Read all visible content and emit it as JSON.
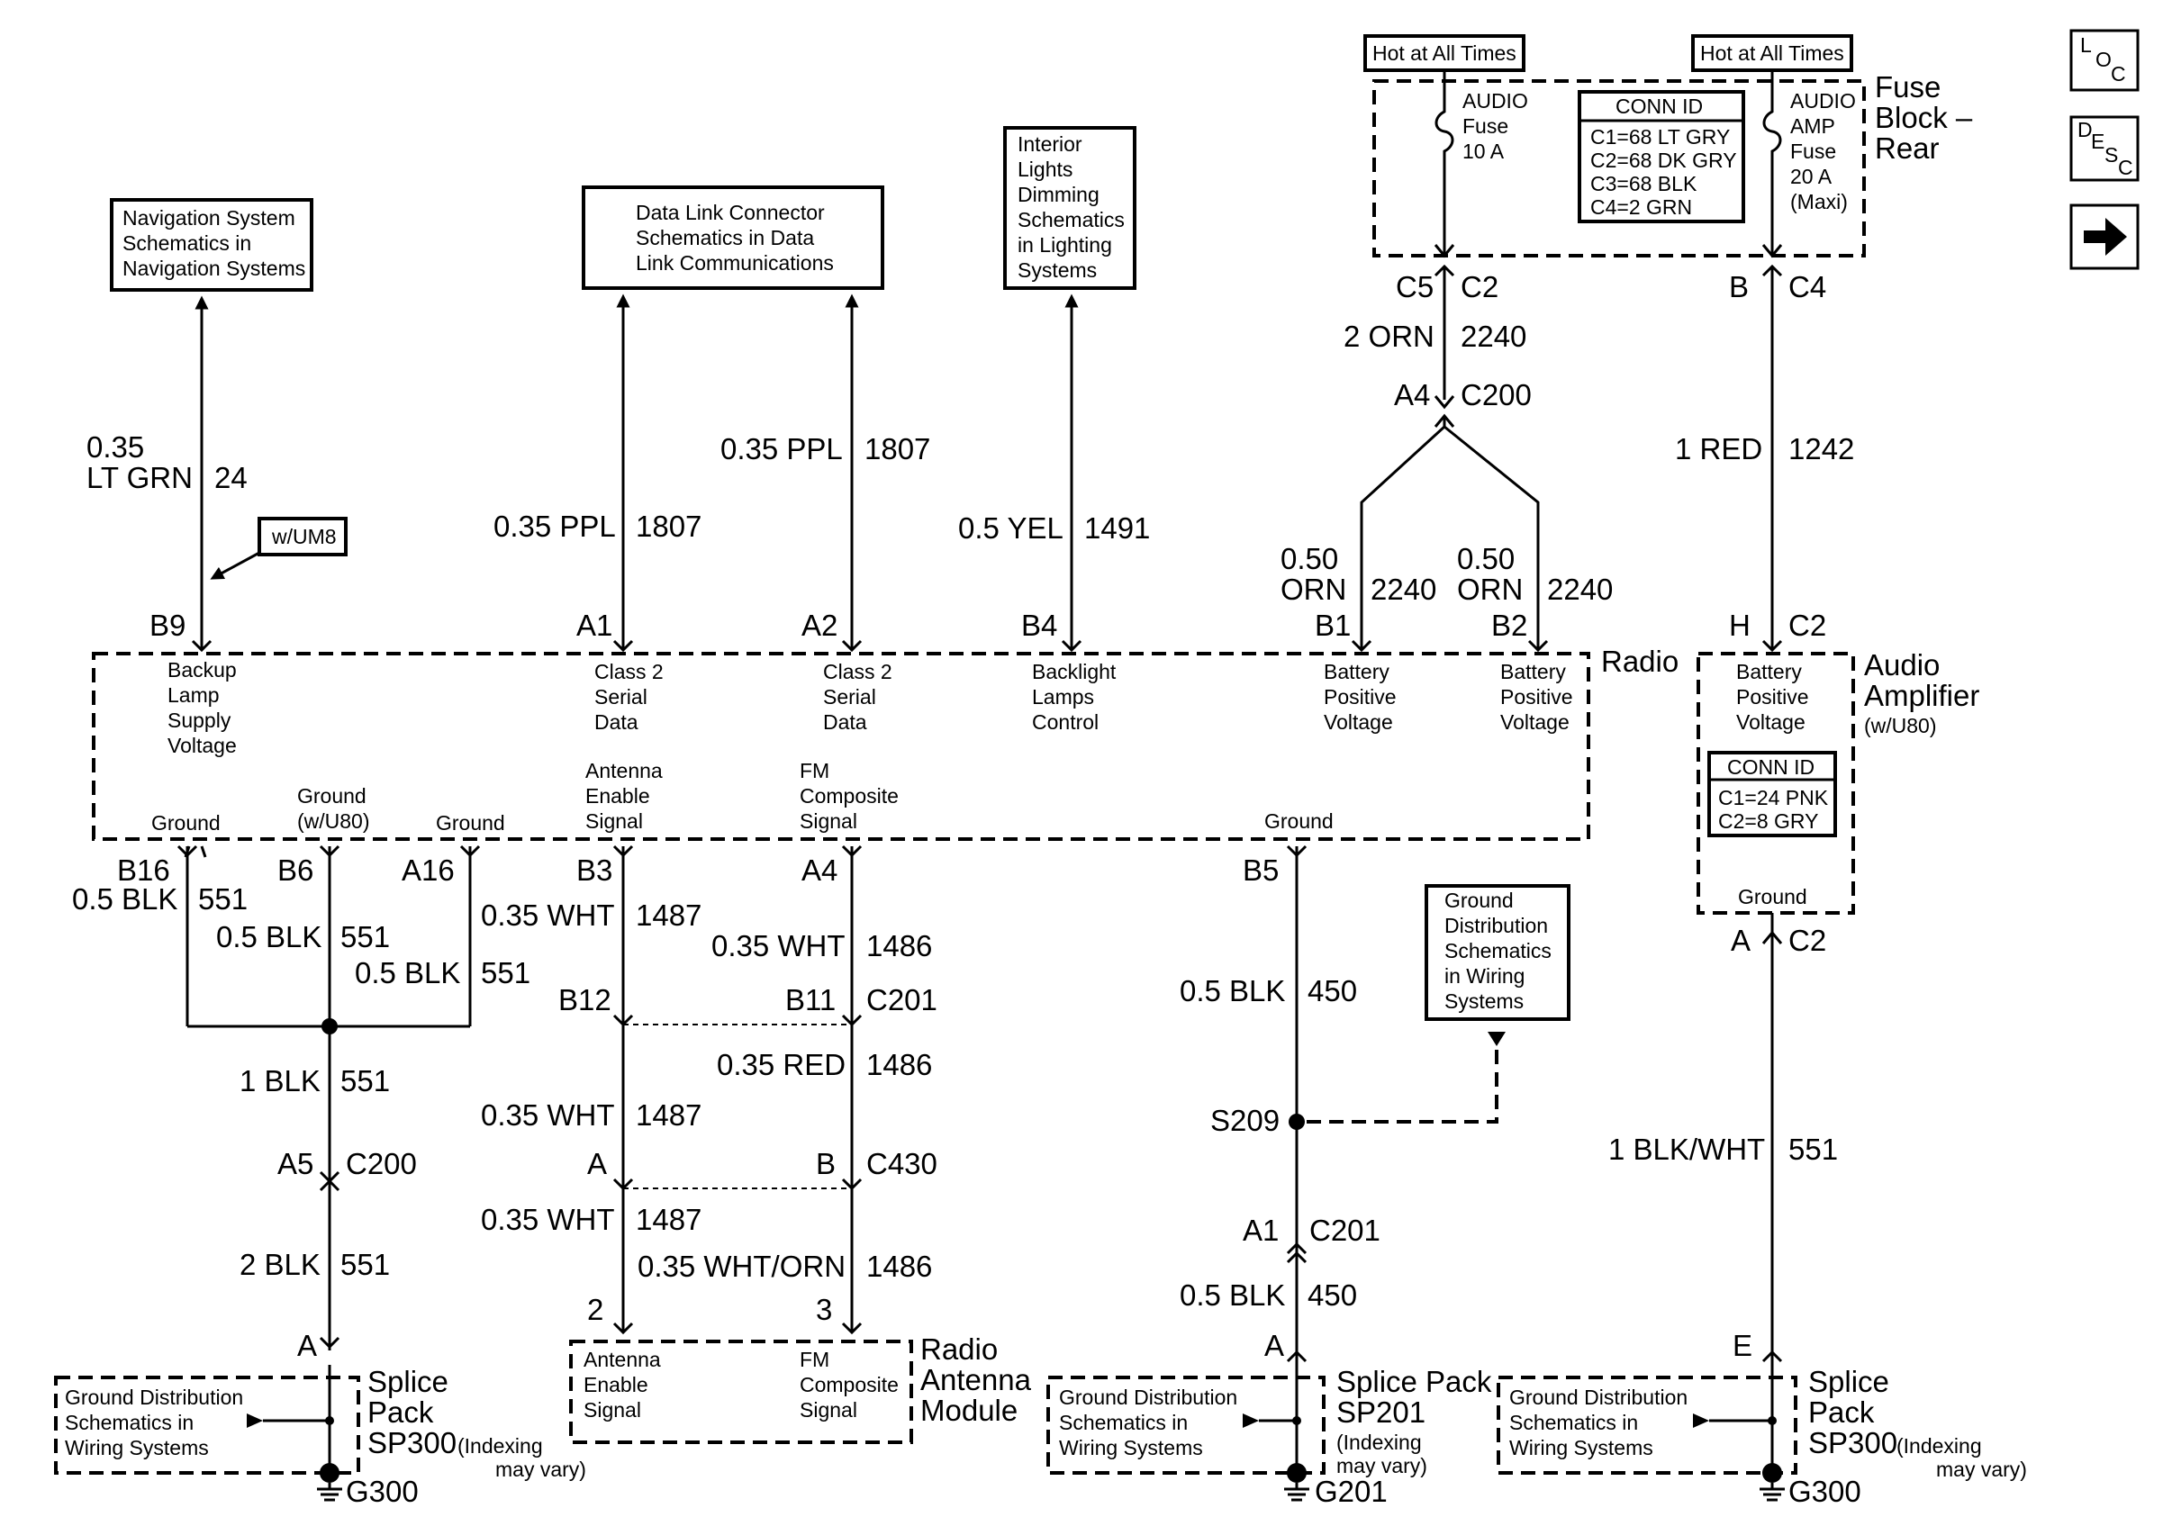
{
  "nav": {
    "loc": [
      "L",
      "O",
      "C"
    ],
    "desc": [
      "D",
      "E",
      "S",
      "C"
    ]
  },
  "ref": {
    "navigation": [
      "Navigation System",
      "Schematics in",
      "Navigation Systems"
    ],
    "dlc": [
      "Data Link Connector",
      "Schematics in Data",
      "Link Communications"
    ],
    "lighting": [
      "Interior",
      "Lights",
      "Dimming",
      "Schematics",
      "in Lighting",
      "Systems"
    ],
    "ground": [
      "Ground",
      "Distribution",
      "Schematics",
      "in Wiring",
      "Systems"
    ],
    "wum8": "w/UM8"
  },
  "fuse": {
    "hot_left": "Hot at All Times",
    "hot_right": "Hot at All Times",
    "audio_fuse": [
      "AUDIO",
      "Fuse",
      "10 A"
    ],
    "amp_fuse": [
      "AUDIO",
      "AMP",
      "Fuse",
      "20 A",
      "(Maxi)"
    ],
    "conn_title": "CONN ID",
    "conn": [
      "C1=68 LT GRY",
      "C2=68 DK GRY",
      "C3=68 BLK",
      "C4=2 GRN"
    ],
    "block_label": [
      "Fuse",
      "Block –",
      "Rear"
    ]
  },
  "radio": {
    "label": "Radio",
    "backup": [
      "Backup",
      "Lamp",
      "Supply",
      "Voltage"
    ],
    "class2a": [
      "Class 2",
      "Serial",
      "Data"
    ],
    "class2b": [
      "Class 2",
      "Serial",
      "Data"
    ],
    "backlight": [
      "Backlight",
      "Lamps",
      "Control"
    ],
    "batt1": [
      "Battery",
      "Positive",
      "Voltage"
    ],
    "batt2": [
      "Battery",
      "Positive",
      "Voltage"
    ],
    "ground1": "Ground",
    "ground_u80": [
      "Ground",
      "(w/U80)"
    ],
    "ground2": "Ground",
    "antenna": [
      "Antenna",
      "Enable",
      "Signal"
    ],
    "fm": [
      "FM",
      "Composite",
      "Signal"
    ],
    "ground3": "Ground"
  },
  "amp": {
    "label": [
      "Audio",
      "Amplifier",
      "(w/U80)"
    ],
    "batt": [
      "Battery",
      "Positive",
      "Voltage"
    ],
    "conn_title": "CONN ID",
    "conn": [
      "C1=24 PNK",
      "C2=8 GRY"
    ],
    "ground": "Ground"
  },
  "wires": {
    "c5": "C5",
    "c2_top": "C2",
    "orn2": "2 ORN",
    "n2240a": "2240",
    "a4": "A4",
    "c200_top": "C200",
    "b_right": "B",
    "c4": "C4",
    "red1": "1 RED",
    "n1242": "1242",
    "gauge_050a": "0.50",
    "orn_a": "ORN",
    "n2240b": "2240",
    "b1": "B1",
    "gauge_050b": "0.50",
    "orn_b": "ORN",
    "n2240c": "2240",
    "b2": "B2",
    "h": "H",
    "c2_amp": "C2",
    "ltgrn_gauge": "0.35",
    "ltgrn": "LT GRN",
    "n24": "24",
    "b9": "B9",
    "ppl_a": "0.35 PPL",
    "n1807a": "1807",
    "a1": "A1",
    "ppl_b": "0.35 PPL",
    "n1807b": "1807",
    "a2": "A2",
    "yel": "0.5 YEL",
    "n1491": "1491",
    "b4": "B4",
    "b16": "B16",
    "b6": "B6",
    "a16": "A16",
    "blk_a": "0.5 BLK",
    "n551a": "551",
    "blk_b": "0.5 BLK",
    "n551b": "551",
    "blk_c": "0.5 BLK",
    "n551c": "551",
    "b3": "B3",
    "a4_radio": "A4",
    "wht_a": "0.35 WHT",
    "n1487a": "1487",
    "wht_b": "0.35 WHT",
    "n1486a": "1486",
    "b12": "B12",
    "b11": "B11",
    "c201_mid": "C201",
    "red_b": "0.35 RED",
    "n1486b": "1486",
    "wht_c": "0.35 WHT",
    "n1487b": "1487",
    "a_430": "A",
    "b_430": "B",
    "c430": "C430",
    "wht_d": "0.35 WHT",
    "n1487c": "1487",
    "whtorn": "0.35 WHT/ORN",
    "n1486c": "1486",
    "pin2": "2",
    "pin3": "3",
    "blk1": "1 BLK",
    "n551d": "551",
    "a5": "A5",
    "c200_bot": "C200",
    "blk2": "2 BLK",
    "n551e": "551",
    "b5": "B5",
    "blk_d": "0.5 BLK",
    "n450a": "450",
    "s209": "S209",
    "a1_bot": "A1",
    "c201_bot": "C201",
    "blk_e": "0.5 BLK",
    "n450b": "450",
    "a_amp": "A",
    "c2_amp_bot": "C2",
    "blkwht": "1 BLK/WHT",
    "n551f": "551",
    "a_left": "A",
    "a_mid": "A",
    "e_right": "E"
  },
  "antenna_module": {
    "label": [
      "Radio",
      "Antenna",
      "Module"
    ],
    "antenna": [
      "Antenna",
      "Enable",
      "Signal"
    ],
    "fm": [
      "FM",
      "Composite",
      "Signal"
    ]
  },
  "splices": {
    "left_text": [
      "Ground Distribution",
      "Schematics in",
      "Wiring Systems"
    ],
    "left_label": [
      "Splice",
      "Pack",
      "SP300"
    ],
    "left_note": [
      "(Indexing",
      "may vary)"
    ],
    "left_ground": "G300",
    "mid_text": [
      "Ground Distribution",
      "Schematics in",
      "Wiring Systems"
    ],
    "mid_label": [
      "Splice Pack",
      "SP201"
    ],
    "mid_note": [
      "(Indexing",
      "may vary)"
    ],
    "mid_ground": "G201",
    "right_text": [
      "Ground Distribution",
      "Schematics in",
      "Wiring Systems"
    ],
    "right_label": [
      "Splice",
      "Pack",
      "SP300"
    ],
    "right_note": [
      "(Indexing",
      "may vary)"
    ],
    "right_ground": "G300"
  }
}
